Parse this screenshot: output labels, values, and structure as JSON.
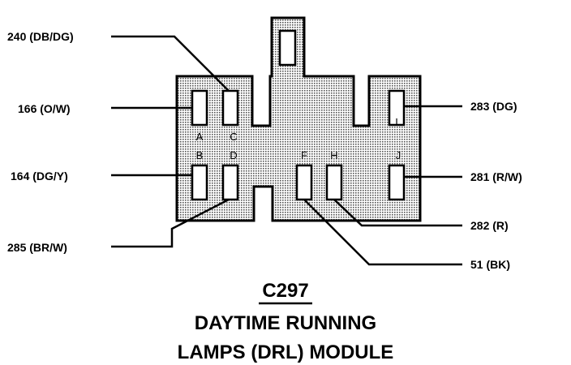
{
  "connector": {
    "id": "C297",
    "title_line1": "DAYTIME RUNNING",
    "title_line2": "LAMPS (DRL) MODULE"
  },
  "pins": {
    "A": "A",
    "B": "B",
    "C": "C",
    "D": "D",
    "F": "F",
    "H": "H",
    "I": "I",
    "J": "J"
  },
  "wires": {
    "w240": "240 (DB/DG)",
    "w166": "166 (O/W)",
    "w164": "164 (DG/Y)",
    "w285": "285 (BR/W)",
    "w283": "283 (DG)",
    "w281": "281 (R/W)",
    "w282": "282 (R)",
    "w51": "51 (BK)"
  }
}
